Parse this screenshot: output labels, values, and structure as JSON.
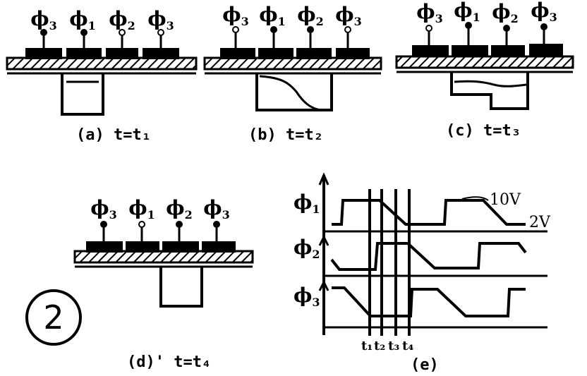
{
  "panels": [
    {
      "id": "a",
      "caption": "(a) t=t₁",
      "labels": [
        "ϕ₃",
        "ϕ₁",
        "ϕ₂",
        "ϕ₃"
      ],
      "electrode_states": [
        "on",
        "on",
        "off",
        "off"
      ]
    },
    {
      "id": "b",
      "caption": "(b) t=t₂",
      "labels": [
        "ϕ₃",
        "ϕ₁",
        "ϕ₂",
        "ϕ₃"
      ],
      "electrode_states": [
        "off",
        "on",
        "on",
        "off"
      ]
    },
    {
      "id": "c",
      "caption": "(c) t=t₃",
      "labels": [
        "ϕ₃",
        "ϕ₁",
        "ϕ₂",
        "ϕ₃"
      ],
      "electrode_states": [
        "off",
        "on",
        "on",
        "on"
      ]
    },
    {
      "id": "d",
      "caption": "(d)' t=t₄",
      "labels": [
        "ϕ₃",
        "ϕ₁",
        "ϕ₂",
        "ϕ₃"
      ],
      "electrode_states": [
        "on",
        "off",
        "on",
        "on"
      ]
    }
  ],
  "timing": {
    "caption": "(e)",
    "signals": [
      "ϕ₁",
      "ϕ₂",
      "ϕ₃"
    ],
    "high_voltage": "10V",
    "low_voltage": "2V",
    "time_marks": [
      "t₁",
      "t₂",
      "t₃",
      "t₄"
    ]
  },
  "figure_number": "2"
}
